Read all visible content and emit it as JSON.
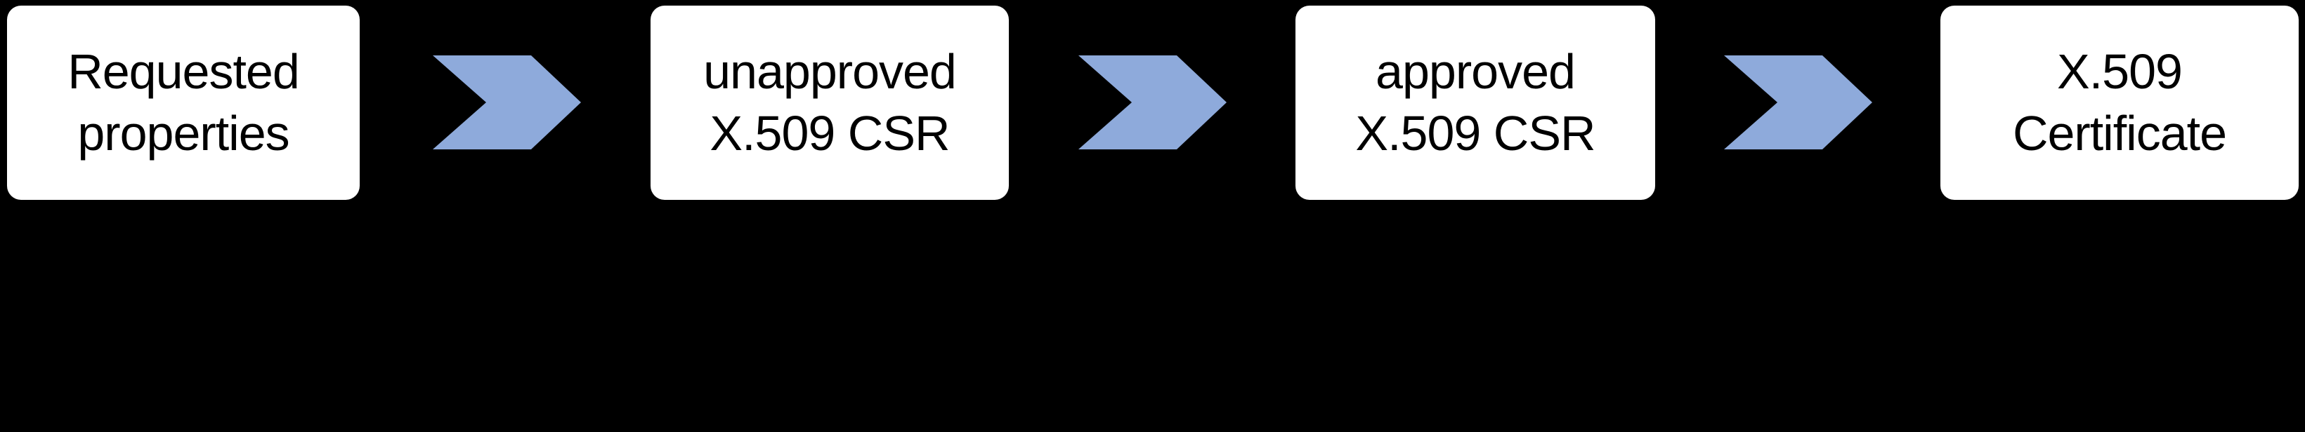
{
  "diagram": {
    "type": "flow",
    "direction": "left-to-right",
    "background_color": "#000000",
    "box_fill_color": "#FFFFFF",
    "text_color": "#000000",
    "arrow_color": "#8EAADB",
    "steps": [
      {
        "label": "Requested\nproperties"
      },
      {
        "label": "unapproved\nX.509 CSR"
      },
      {
        "label": "approved\nX.509 CSR"
      },
      {
        "label": "X.509\nCertificate"
      }
    ],
    "connectors": [
      {
        "icon": "chevron-right-icon",
        "from": "Requested properties",
        "to": "unapproved X.509 CSR"
      },
      {
        "icon": "chevron-right-icon",
        "from": "unapproved X.509 CSR",
        "to": "approved X.509 CSR"
      },
      {
        "icon": "chevron-right-icon",
        "from": "approved X.509 CSR",
        "to": "X.509 Certificate"
      }
    ]
  }
}
